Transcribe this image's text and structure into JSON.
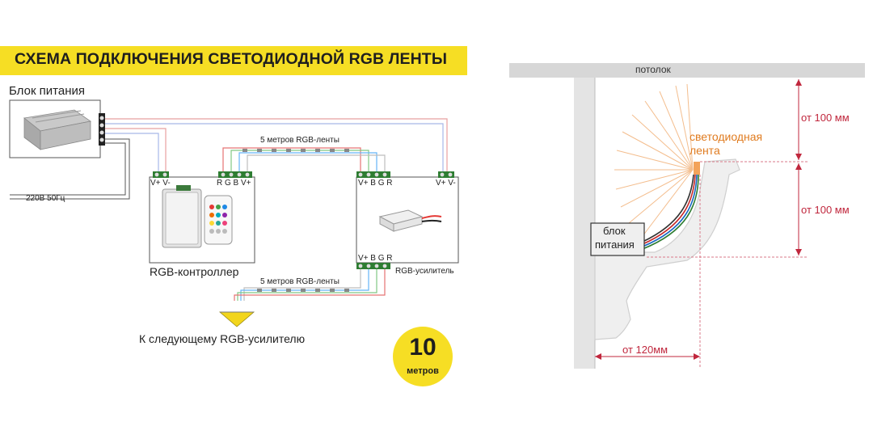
{
  "title": "СХЕМА ПОДКЛЮЧЕНИЯ СВЕТОДИОДНОЙ RGB ЛЕНТЫ",
  "power_supply": {
    "label": "Блок питания"
  },
  "mains": {
    "label": "220В 50Гц"
  },
  "strip_top": {
    "label": "5 метров RGB-ленты"
  },
  "strip_bottom": {
    "label": "5 метров RGB-ленты"
  },
  "controller": {
    "label": "RGB-контроллер",
    "power_terminals": "V+ V-",
    "rgb_terminals": "R G B V+"
  },
  "amplifier": {
    "label": "RGB-усилитель",
    "in_terminals": "V+ B G R",
    "power_terminals": "V+ V-",
    "out_terminals": "V+ B G R"
  },
  "next_amplifier": {
    "label": "К следующему RGB-усилителю"
  },
  "badge": {
    "number": "10",
    "unit": "метров"
  },
  "install": {
    "ceiling": "потолок",
    "strip_label_line1": "светодиодная",
    "strip_label_line2": "лента",
    "psu_line1": "блок",
    "psu_line2": "питания",
    "dim_top": "от 100 мм",
    "dim_mid": "от 100 мм",
    "dim_bottom": "от 120мм"
  },
  "colors": {
    "accent": "#f6de24",
    "dimension": "#c0273d",
    "strip_label": "#e07b1f"
  }
}
